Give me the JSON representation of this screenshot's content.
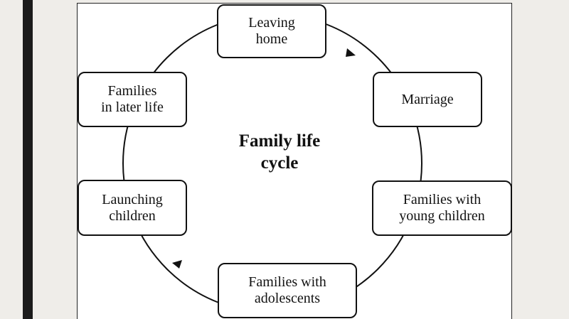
{
  "diagram": {
    "title": "Family life\ncycle",
    "stages": [
      {
        "id": "leaving-home",
        "label": "Leaving\nhome"
      },
      {
        "id": "marriage",
        "label": "Marriage"
      },
      {
        "id": "families-with-young-children",
        "label": "Families with\nyoung children"
      },
      {
        "id": "families-with-adolescents",
        "label": "Families with\nadolescents"
      },
      {
        "id": "launching-children",
        "label": "Launching\nchildren"
      },
      {
        "id": "families-in-later-life",
        "label": "Families\nin later life"
      }
    ],
    "direction": "clockwise",
    "colors": {
      "stroke": "#111111",
      "box_fill": "#ffffff",
      "page_background": "#efede9",
      "left_bar": "#1b1b1b"
    }
  }
}
